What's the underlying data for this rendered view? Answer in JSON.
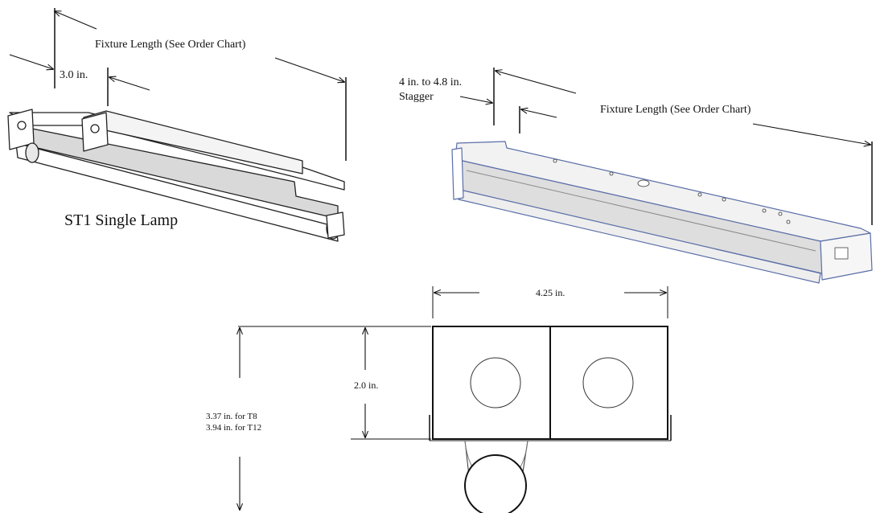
{
  "single_lamp": {
    "fixture_length_label": "Fixture Length (See Order Chart)",
    "offset_label": "3.0 in.",
    "model_label": "ST1 Single Lamp"
  },
  "stagger_lamp": {
    "stagger_label_line1": "4 in. to 4.8 in.",
    "stagger_label_line2": "Stagger",
    "fixture_length_label": "Fixture Length (See Order Chart)"
  },
  "cross_section": {
    "width_label": "4.25 in.",
    "height_label": "2.0 in.",
    "overall_height_t8": "3.37 in. for T8",
    "overall_height_t12": "3.94 in. for T12"
  },
  "colors": {
    "line": "#111111",
    "fixture_shade": "#d9d9d9",
    "fixture_shade_light": "#eeeeee",
    "outline_blue": "#5a6ea8"
  }
}
